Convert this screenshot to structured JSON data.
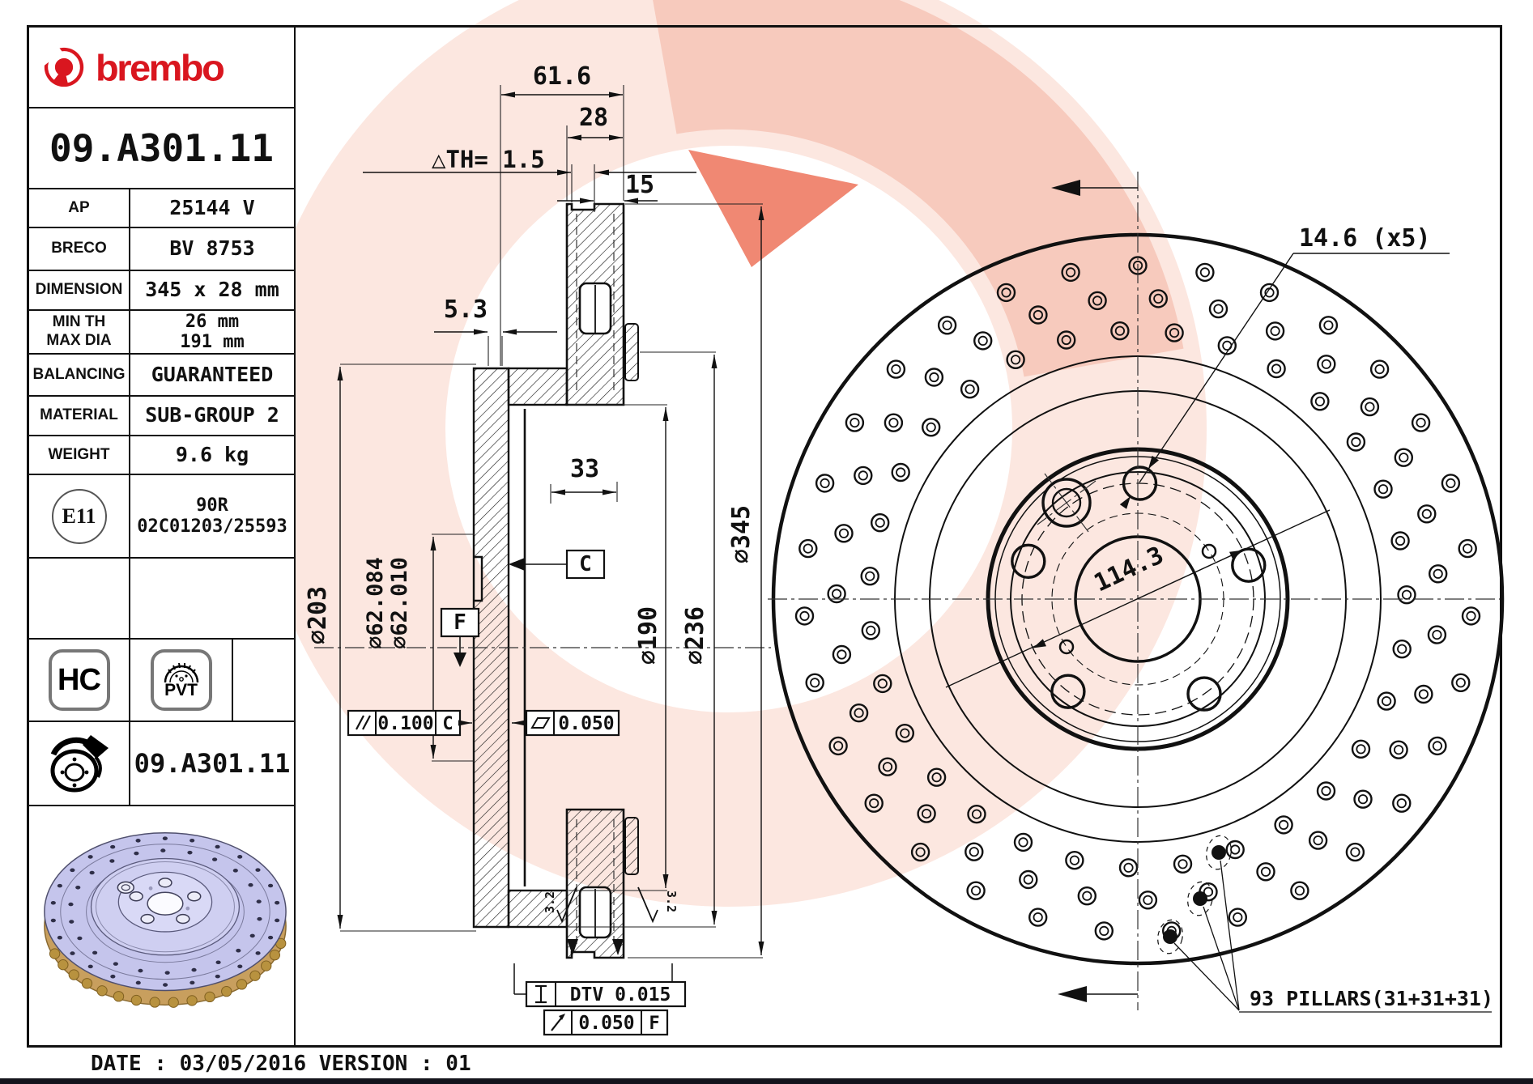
{
  "brand": {
    "name": "brembo"
  },
  "part_number": "09.A301.11",
  "spec_table": {
    "rows": [
      {
        "label": "AP",
        "value": "25144 V"
      },
      {
        "label": "BRECO",
        "value": "BV 8753"
      },
      {
        "label": "DIMENSION",
        "value": "345 x 28 mm"
      },
      {
        "label": "MIN TH",
        "label2": "MAX DIA",
        "value": "26 mm",
        "value2": "191 mm"
      },
      {
        "label": "BALANCING",
        "value": "GUARANTEED"
      },
      {
        "label": "MATERIAL",
        "value": "SUB-GROUP 2"
      },
      {
        "label": "WEIGHT",
        "value": "9.6 kg"
      }
    ],
    "approval": {
      "badge": "E11",
      "line1": "90R",
      "line2": "02C01203/25593"
    },
    "badge_hc": "HC",
    "badge_pvt": "PVT",
    "footer_part_number": "09.A301.11"
  },
  "section_view": {
    "dim_total_width": "61.6",
    "dim_disc_thickness": "28",
    "dim_wear_limit": "△TH= 1.5",
    "dim_pad_band": "15",
    "dim_hat_plate": "5.3",
    "dim_inner_width": "33",
    "dia_hat": "∅203",
    "dia_bore_max": "∅62.084",
    "dia_bore_min": "∅62.010",
    "dia_inner": "∅190",
    "dia_mid": "∅236",
    "dia_outer": "∅345",
    "datum_c": "C",
    "datum_f": "F",
    "tol_parallel_value": "0.100",
    "tol_parallel_ref": "C",
    "tol_flat_value": "0.050",
    "tol_dtv_value": "DTV 0.015",
    "tol_runout_value": "0.050",
    "tol_runout_ref": "F",
    "roughness_left": "3.2",
    "roughness_right": "3.2"
  },
  "front_view": {
    "dim_bolt_hole": "14.6 (x5)",
    "dim_pcd": "114.3",
    "pillars_note": "93 PILLARS(31+31+31)",
    "bolt_hole_count": 5,
    "drill_rings": [
      {
        "radius": 412,
        "count": 31,
        "offset_deg": 0
      },
      {
        "radius": 372,
        "count": 31,
        "offset_deg": 3.9
      },
      {
        "radius": 332,
        "count": 31,
        "offset_deg": 7.8
      }
    ]
  },
  "footer": {
    "text": "DATE : 03/05/2016 VERSION : 01"
  },
  "colors": {
    "brand_red": "#d9161f",
    "watermark_pink": "#fce7e0",
    "watermark_mid": "#f6c0b2",
    "watermark_red": "#ec6a50",
    "disc_render": "#c5c5ec",
    "disc_edge_gold": "#c89f5e"
  }
}
